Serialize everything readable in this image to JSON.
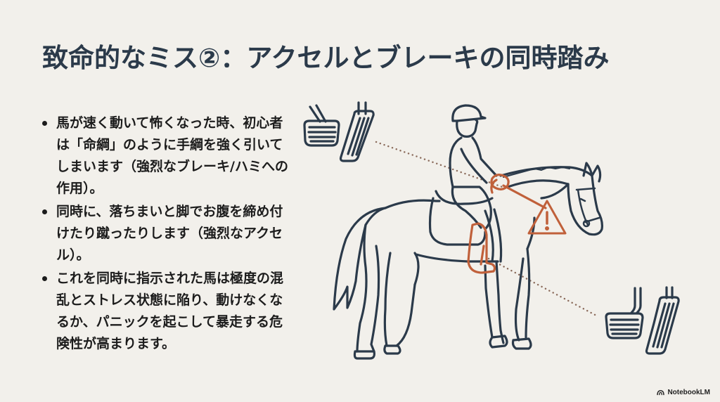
{
  "slide": {
    "title": "致命的なミス②：アクセルとブレーキの同時踏み",
    "bullets": [
      "馬が速く動いて怖くなった時、初心者は「命綱」のように手綱を強く引いてしまいます（強烈なブレーキ/ハミへの作用）。",
      "同時に、落ちまいと脚でお腹を締め付けたり蹴ったりします（強烈なアクセル）。",
      "これを同時に指示された馬は極度の混乱とストレス状態に陥り、動けなくなるか、パニックを起こして暴走する危険性が高まります。"
    ]
  },
  "illustration": {
    "description": "Rider on horse pulling reins while squeezing legs; brake and accelerator pedals; warning triangle",
    "icons": [
      "pedals-icon-top",
      "horse-rider-icon",
      "warning-triangle-icon",
      "pedals-icon-bottom"
    ],
    "colors": {
      "line": "#2b3a4a",
      "accent": "#c0603a",
      "dotted": "#8a6a5a",
      "background": "#f2f0eb"
    }
  },
  "brand": {
    "label": "NotebookLM"
  }
}
